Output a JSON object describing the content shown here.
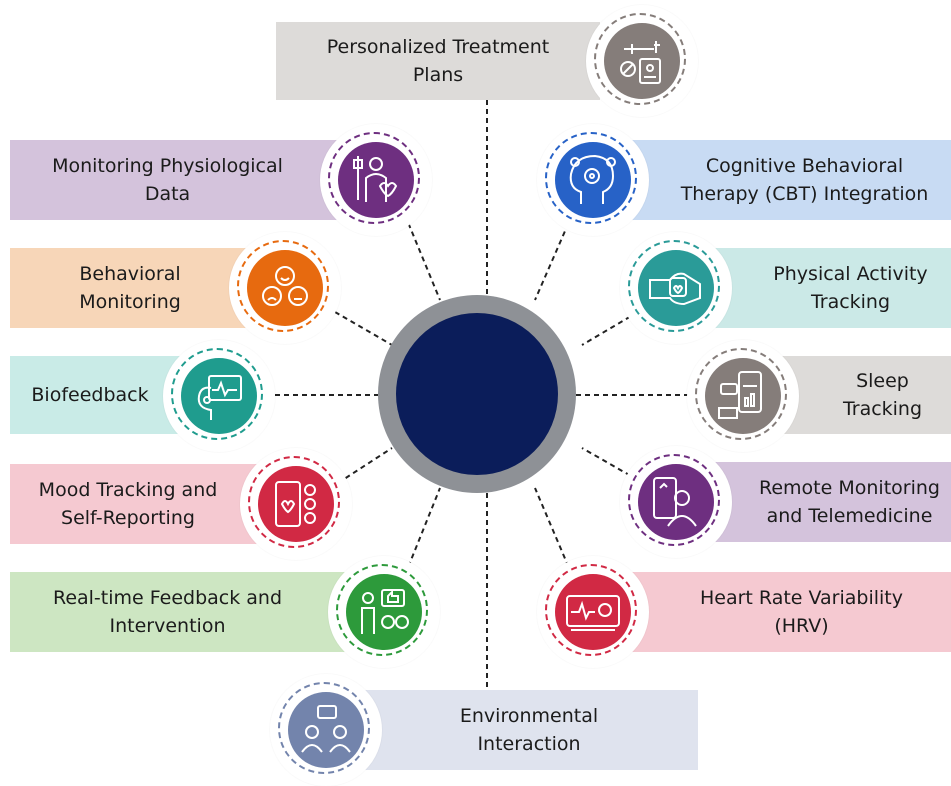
{
  "colors": {
    "hub_ring": "#8e9196",
    "hub_center": "#0b1d5a",
    "connector": "#222222"
  },
  "nodes": {
    "personalized_treatment": {
      "label": "Personalized Treatment\nPlans",
      "icon": "syringe-clipboard-icon",
      "fill": "#dddbd9",
      "disc": "#857d7a"
    },
    "monitoring_physiological": {
      "label": "Monitoring Physiological\nData",
      "icon": "body-scan-icon",
      "fill": "#d4c3dc",
      "disc": "#6e2f80"
    },
    "behavioral_monitoring": {
      "label": "Behavioral\nMonitoring",
      "icon": "emotion-faces-icon",
      "fill": "#f7d6b8",
      "disc": "#e76a0f"
    },
    "biofeedback": {
      "label": "Biofeedback",
      "icon": "head-monitor-icon",
      "fill": "#c9ebe7",
      "disc": "#1f9c8e"
    },
    "mood_tracking": {
      "label": "Mood Tracking and\nSelf-Reporting",
      "icon": "phone-heart-icon",
      "fill": "#f5c9d1",
      "disc": "#d12944"
    },
    "realtime_feedback": {
      "label": "Real-time Feedback and\nIntervention",
      "icon": "feedback-person-icon",
      "fill": "#cde6c2",
      "disc": "#2d9a3b"
    },
    "environmental": {
      "label": "Environmental\nInteraction",
      "icon": "people-chat-icon",
      "fill": "#dfe3ee",
      "disc": "#7384ac"
    },
    "cbt_integration": {
      "label": "Cognitive Behavioral\nTherapy (CBT) Integration",
      "icon": "brain-gear-icon",
      "fill": "#c8dbf3",
      "disc": "#2762c7"
    },
    "physical_activity": {
      "label": "Physical Activity\nTracking",
      "icon": "fitness-watch-icon",
      "fill": "#cbe9e7",
      "disc": "#2a9b98"
    },
    "sleep_tracking": {
      "label": "Sleep\nTracking",
      "icon": "sleep-app-icon",
      "fill": "#dddbd9",
      "disc": "#857d7a"
    },
    "remote_monitoring": {
      "label": "Remote Monitoring\nand Telemedicine",
      "icon": "doctor-phone-icon",
      "fill": "#d4c3dc",
      "disc": "#6e2f80"
    },
    "hrv": {
      "label": "Heart Rate Variability\n(HRV)",
      "icon": "heart-monitor-icon",
      "fill": "#f5c9d1",
      "disc": "#d12944"
    }
  }
}
